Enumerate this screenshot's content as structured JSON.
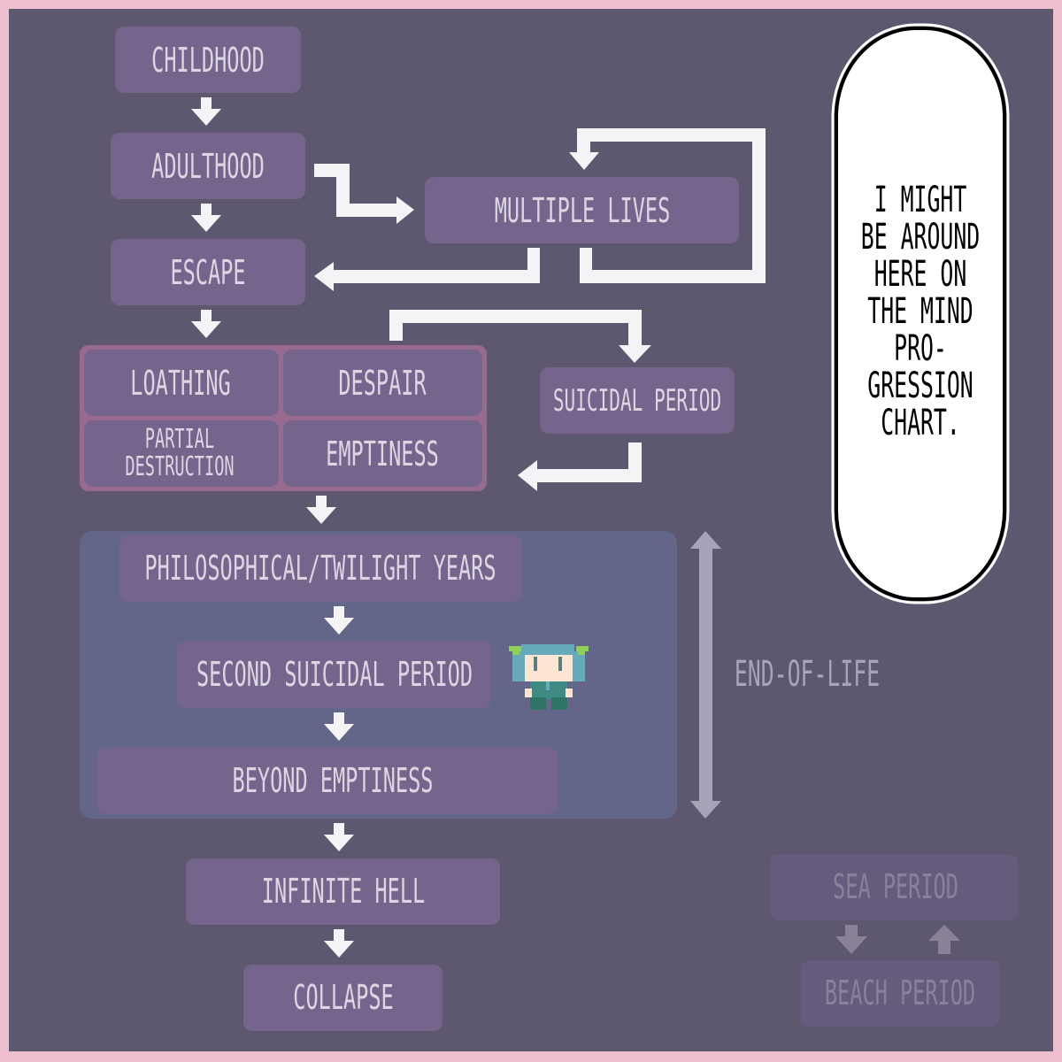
{
  "diagram": {
    "title_bubble": "I MIGHT\nBE AROUND\nHERE ON\nTHE MIND\nPRO-\nGRESSION\nCHART.",
    "nodes": {
      "childhood": "CHILDHOOD",
      "adulthood": "ADULTHOOD",
      "multiple_lives": "MULTIPLE LIVES",
      "escape": "ESCAPE",
      "loathing": "LOATHING",
      "despair": "DESPAIR",
      "partial_destruction_1": "PARTIAL",
      "partial_destruction_2": "DESTRUCTION",
      "emptiness": "EMPTINESS",
      "suicidal_period": "SUICIDAL PERIOD",
      "philosophical": "PHILOSOPHICAL/TWILIGHT YEARS",
      "second_suicidal": "SECOND SUICIDAL PERIOD",
      "beyond_emptiness": "BEYOND EMPTINESS",
      "infinite_hell": "INFINITE HELL",
      "collapse": "COLLAPSE",
      "sea_period": "SEA PERIOD",
      "beach_period": "BEACH PERIOD"
    },
    "end_of_life_label": "END-OF-LIFE",
    "marker": "character-sprite",
    "marker_at": "SECOND SUICIDAL PERIOD",
    "colors": {
      "background": "#5d586f",
      "frame": "#eebfcf",
      "node": "#75658c",
      "node_text": "#dcd6e3",
      "group_border": "#986a8f",
      "end_of_life_region": "#636688",
      "arrow": "#f4f4f6",
      "faded_node": "#665b7d",
      "faded_text": "#8a8199"
    },
    "edges": [
      [
        "CHILDHOOD",
        "ADULTHOOD"
      ],
      [
        "ADULTHOOD",
        "ESCAPE"
      ],
      [
        "ADULTHOOD",
        "MULTIPLE LIVES"
      ],
      [
        "MULTIPLE LIVES",
        "MULTIPLE LIVES"
      ],
      [
        "MULTIPLE LIVES",
        "ESCAPE"
      ],
      [
        "ESCAPE",
        "LOATHING/DESPAIR/PARTIAL DESTRUCTION/EMPTINESS"
      ],
      [
        "DESPAIR",
        "SUICIDAL PERIOD"
      ],
      [
        "SUICIDAL PERIOD",
        "EMPTINESS"
      ],
      [
        "EMPTINESS",
        "PHILOSOPHICAL/TWILIGHT YEARS"
      ],
      [
        "PHILOSOPHICAL/TWILIGHT YEARS",
        "SECOND SUICIDAL PERIOD"
      ],
      [
        "SECOND SUICIDAL PERIOD",
        "BEYOND EMPTINESS"
      ],
      [
        "BEYOND EMPTINESS",
        "INFINITE HELL"
      ],
      [
        "INFINITE HELL",
        "COLLAPSE"
      ],
      [
        "SEA PERIOD",
        "BEACH PERIOD"
      ],
      [
        "BEACH PERIOD",
        "SEA PERIOD"
      ]
    ]
  }
}
